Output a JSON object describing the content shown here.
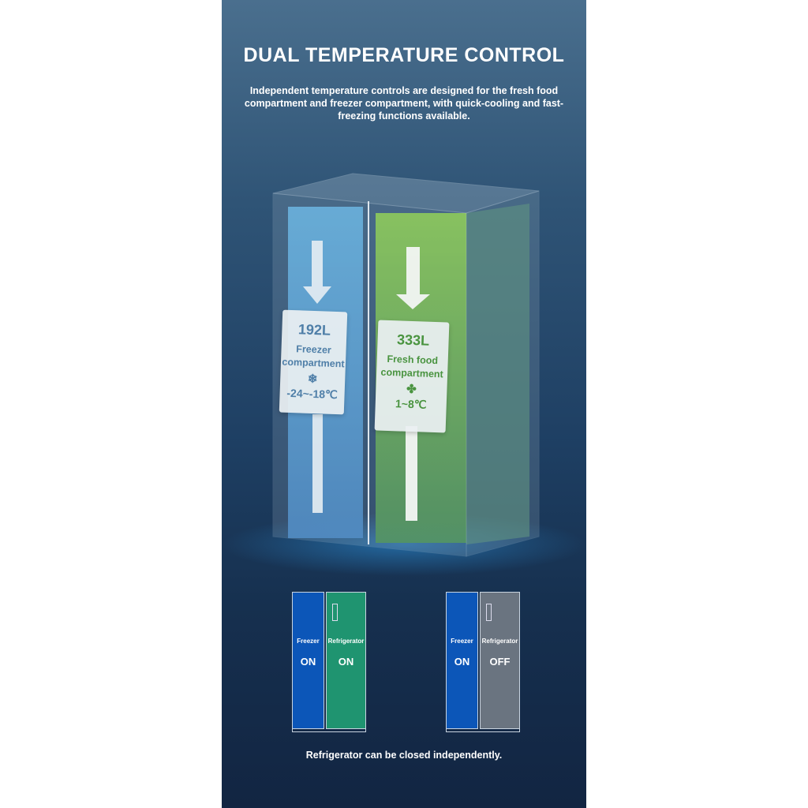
{
  "header": {
    "title": "DUAL TEMPERATURE CONTROL",
    "subtitle": "Independent temperature controls are designed for the fresh food compartment and freezer compartment, with quick-cooling and fast-freezing functions available."
  },
  "compartments": [
    {
      "volume": "192L",
      "name": "Freezer compartment",
      "icon": "snowflake-icon",
      "temp": "-24~-18℃"
    },
    {
      "volume": "333L",
      "name": "Fresh food compartment",
      "icon": "fan-icon",
      "temp": "1~8℃"
    }
  ],
  "modes": [
    {
      "left_label": "Freezer",
      "left_state": "ON",
      "right_label": "Refrigerator",
      "right_state": "ON",
      "right_color": "#1f9470"
    },
    {
      "left_label": "Freezer",
      "left_state": "ON",
      "right_label": "Refrigerator",
      "right_state": "OFF",
      "right_color": "#6a7480"
    }
  ],
  "caption": "Refrigerator can be closed independently.",
  "colors": {
    "freezer": "#0c56b8",
    "freezer_text": "#4f7fa8",
    "fresh_text": "#4a9440"
  }
}
